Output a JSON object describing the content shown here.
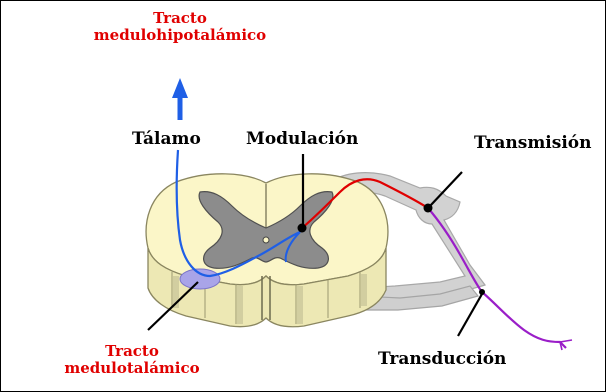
{
  "labels": {
    "tract_upper_line1": "Tracto",
    "tract_upper_line2": "medulohipotalámico",
    "thalamus": "Tálamo",
    "modulation": "Modulación",
    "transmission": "Transmisión",
    "tract_lower_line1": "Tracto",
    "tract_lower_line2": "medulotalámico",
    "transduction": "Transducción"
  },
  "colors": {
    "tract_labels": "#e00000",
    "ascending_pathway": "#1f5fe6",
    "first_order_neuron": "#e00000",
    "peripheral_nerve": "#9a1ec8",
    "spinal_cord_white_matter": "#fbf6c8",
    "spinal_cord_gray_matter": "#8c8c8c",
    "nerve_root": "#d4d4d4",
    "pointer_lines": "#000000"
  }
}
